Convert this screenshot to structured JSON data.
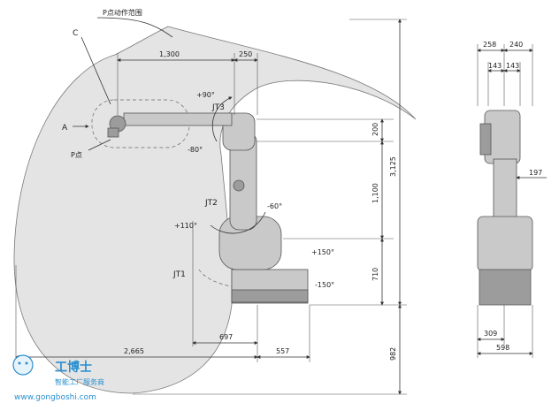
{
  "labels": {
    "work_range": "P点动作范围",
    "point_c": "C",
    "point_a": "A",
    "point_p": "P点",
    "jt1": "JT1",
    "jt2": "JT2",
    "jt3": "JT3"
  },
  "angles": {
    "jt3_up": "+90°",
    "jt3_down": "-80°",
    "jt2_back": "-60°",
    "jt2_fwd": "+110°",
    "jt1_pos": "+150°",
    "jt1_neg": "-150°"
  },
  "dimensions_side": {
    "arm_length": "1,300",
    "arm_offset": "250",
    "h_200": "200",
    "h_1100": "1,100",
    "h_710": "710",
    "h_total": "3,125",
    "h_below": "982",
    "reach_back": "2,665",
    "base_697": "697",
    "base_557": "557"
  },
  "dimensions_front": {
    "w_258": "258",
    "w_240": "240",
    "w_143a": "143",
    "w_143b": "143",
    "w_197": "197",
    "w_309": "309",
    "w_598": "598"
  },
  "watermark": {
    "brand": "工博士",
    "subtitle": "智能工厂服务商",
    "url": "www.gongboshi.com"
  },
  "colors": {
    "envelope": "#e4e4e4",
    "robot": "#c9c9c9",
    "watermark_blue": "#2a8fd0"
  }
}
